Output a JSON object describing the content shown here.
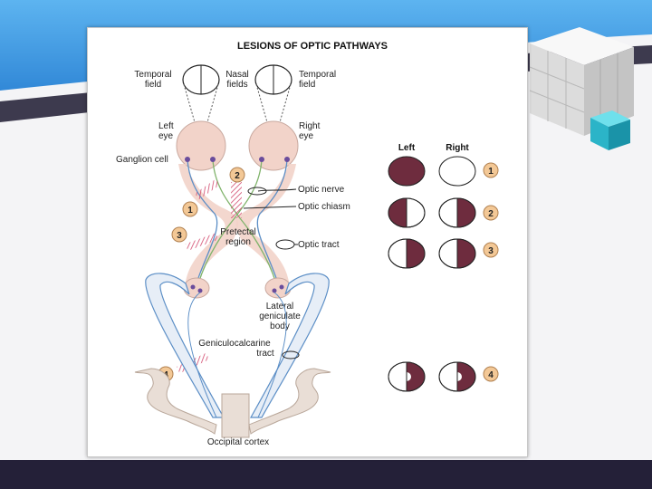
{
  "slide": {
    "background": "#242038",
    "top_band": "#4fa8e8",
    "panel": "#f4f4f6"
  },
  "figure": {
    "title": "LESIONS OF OPTIC PATHWAYS",
    "labels": {
      "temporal_field_left": [
        "Temporal",
        "field"
      ],
      "nasal_fields": [
        "Nasal",
        "fields"
      ],
      "temporal_field_right": [
        "Temporal",
        "field"
      ],
      "left_eye": [
        "Left",
        "eye"
      ],
      "right_eye": [
        "Right",
        "eye"
      ],
      "ganglion_cell": "Ganglion cell",
      "optic_nerve": "Optic nerve",
      "optic_chiasm": "Optic chiasm",
      "pretectal_region": [
        "Pretectal",
        "region"
      ],
      "optic_tract": "Optic tract",
      "lateral_geniculate_body": [
        "Lateral",
        "geniculate",
        "body"
      ],
      "geniculocalcarine_tract": [
        "Geniculocalcarine",
        "tract"
      ],
      "occipital_cortex": "Occipital cortex"
    },
    "lesion_markers": [
      "1",
      "2",
      "3",
      "4"
    ],
    "fields_header": {
      "left": "Left",
      "right": "Right"
    },
    "field_rows": [
      {
        "number": "1",
        "left": "full",
        "right": "none"
      },
      {
        "number": "2",
        "left": "temporal",
        "right": "temporal"
      },
      {
        "number": "3",
        "left": "right-half",
        "right": "right-half"
      },
      {
        "number": "4",
        "left": "right-half-macular-sparing",
        "right": "right-half-macular-sparing"
      }
    ],
    "colors": {
      "defect": "#6e2c3e",
      "marker": "#f3c896",
      "eye": "#f2d3c9",
      "tract_blue": "#5b8ec6",
      "tract_green": "#7fb36a",
      "hatch": "#d24a6e"
    }
  }
}
